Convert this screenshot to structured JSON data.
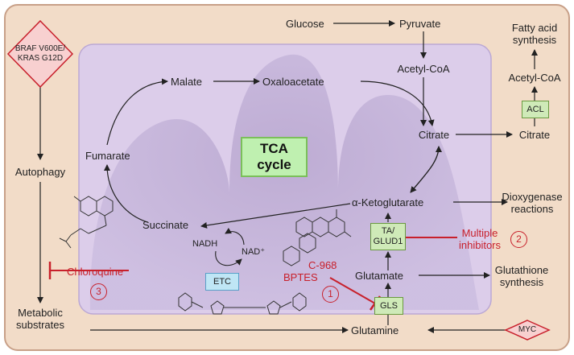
{
  "nodes": {
    "glucose": "Glucose",
    "pyruvate": "Pyruvate",
    "acetyl_coa_left": "Acetyl-CoA",
    "fatty_acid_1": "Fatty acid",
    "fatty_acid_2": "synthesis",
    "acetyl_coa_right": "Acetyl-CoA",
    "acl": "ACL",
    "citrate_inner": "Citrate",
    "citrate_outer": "Citrate",
    "malate": "Malate",
    "oxaloacetate": "Oxaloacetate",
    "fumarate": "Fumarate",
    "tca_1": "TCA",
    "tca_2": "cycle",
    "akg": "α-Ketoglutarate",
    "dioxygenase_1": "Dioxygenase",
    "dioxygenase_2": "reactions",
    "succinate": "Succinate",
    "nadh": "NADH",
    "nad": "NAD⁺",
    "etc": "ETC",
    "ta_glud1_1": "TA/",
    "ta_glud1_2": "GLUD1",
    "glutamate": "Glutamate",
    "glutathione_1": "Glutathione",
    "glutathione_2": "synthesis",
    "gls": "GLS",
    "glutamine": "Glutamine",
    "myc": "MYC",
    "braf_1": "BRAF V600E/",
    "braf_2": "KRAS G12D",
    "autophagy": "Autophagy",
    "metabolic_1": "Metabolic",
    "metabolic_2": "substrates"
  },
  "inhibitors": {
    "chloroquine": "Chloroquine",
    "c968": "C-968",
    "bptes": "BPTES",
    "multiple_1": "Multiple",
    "multiple_2": "inhibitors"
  },
  "numbers": {
    "n1": "1",
    "n2": "2",
    "n3": "3"
  },
  "colors": {
    "cell_bg": "#f2dcc8",
    "cell_border": "#c8a088",
    "mito_bg": "#d8c8e6",
    "inhibitor": "#c8202b"
  }
}
